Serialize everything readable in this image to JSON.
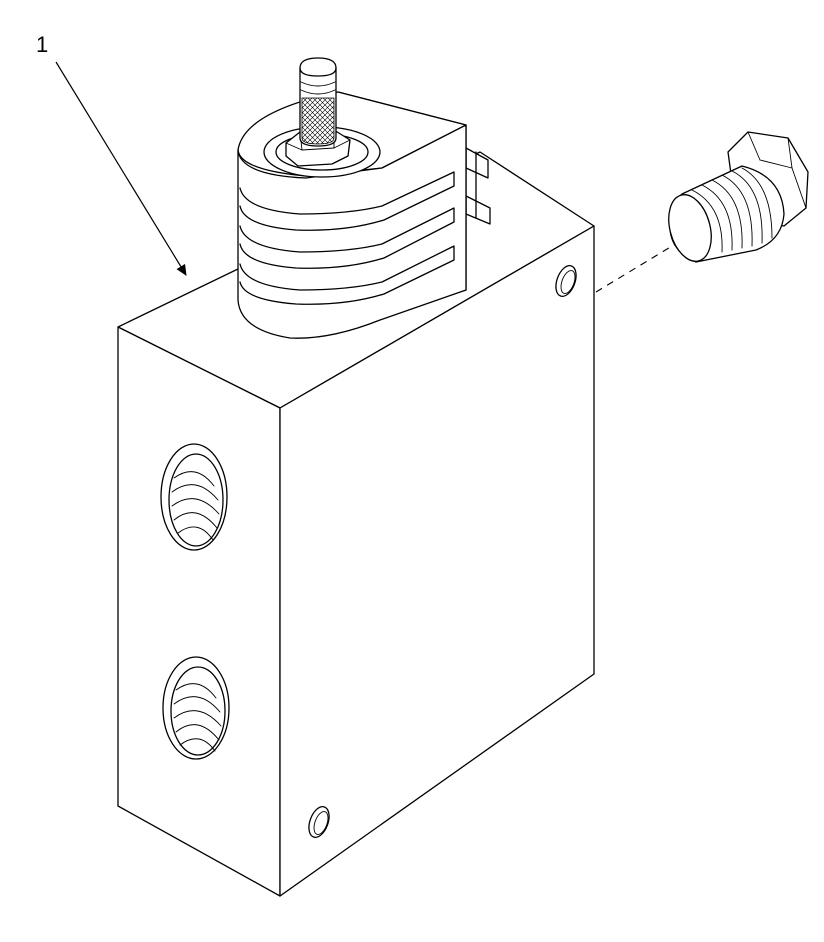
{
  "callouts": [
    {
      "label": "1"
    }
  ],
  "colors": {
    "line": "#000000",
    "background": "#ffffff"
  },
  "icons": [
    "knurled-knob",
    "hex-nut",
    "hex-plug"
  ]
}
